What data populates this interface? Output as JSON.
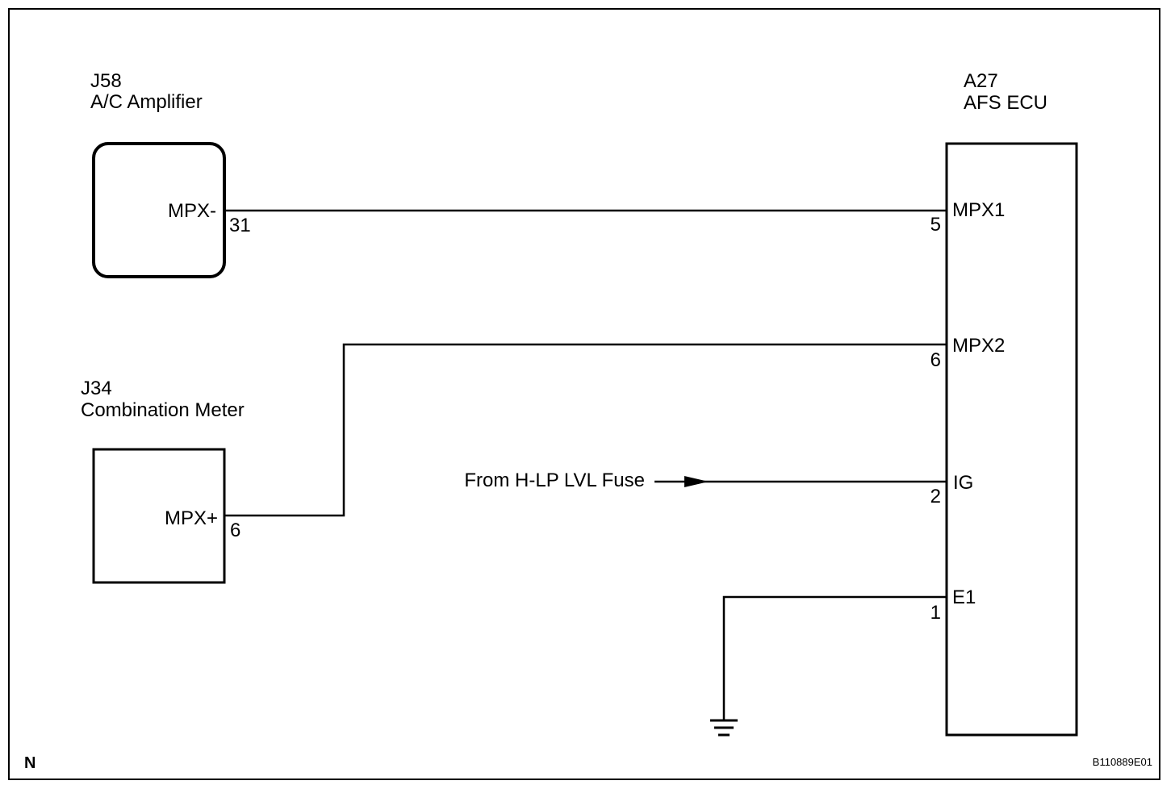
{
  "frame_code": "N",
  "figure_id": "B110889E01",
  "components": {
    "ac_amplifier": {
      "id": "J58",
      "name": "A/C Amplifier",
      "pin_label": "MPX-",
      "pin_number": "31"
    },
    "combination_meter": {
      "id": "J34",
      "name": "Combination Meter",
      "pin_label": "MPX+",
      "pin_number": "6"
    },
    "afs_ecu": {
      "id": "A27",
      "name": "AFS ECU",
      "pins": [
        {
          "label": "MPX1",
          "number": "5"
        },
        {
          "label": "MPX2",
          "number": "6"
        },
        {
          "label": "IG",
          "number": "2"
        },
        {
          "label": "E1",
          "number": "1"
        }
      ]
    }
  },
  "source_label": "From H-LP LVL Fuse",
  "ground_symbol": "ground-icon",
  "colors": {
    "line": "#000000",
    "background": "#ffffff"
  }
}
